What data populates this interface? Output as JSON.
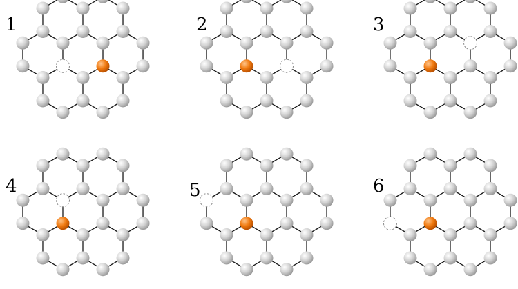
{
  "colors": {
    "bond": "#1a1a1a",
    "atom_light": "#ffffff",
    "atom_mid": "#d2d2d2",
    "atom_dark": "#9a9a9a",
    "highlight_light": "#ffc48a",
    "highlight_mid": "#f07a10",
    "highlight_dark": "#b84f00",
    "vacancy_stroke": "#8c8c8c"
  },
  "panels": [
    {
      "label": "1",
      "highlight": [
        2,
        1
      ],
      "vacancy": [
        1,
        1
      ]
    },
    {
      "label": "2",
      "highlight": [
        1,
        1
      ],
      "vacancy": [
        2,
        1
      ]
    },
    {
      "label": "3",
      "highlight": [
        1,
        1
      ],
      "vacancy": [
        2,
        2
      ]
    },
    {
      "label": "4",
      "highlight": [
        1,
        1
      ],
      "vacancy": [
        1,
        2
      ]
    },
    {
      "label": "5",
      "highlight": [
        1,
        1
      ],
      "vacancy": [
        0,
        2
      ]
    },
    {
      "label": "6",
      "highlight": [
        1,
        1
      ],
      "vacancy": [
        0,
        1
      ]
    }
  ]
}
